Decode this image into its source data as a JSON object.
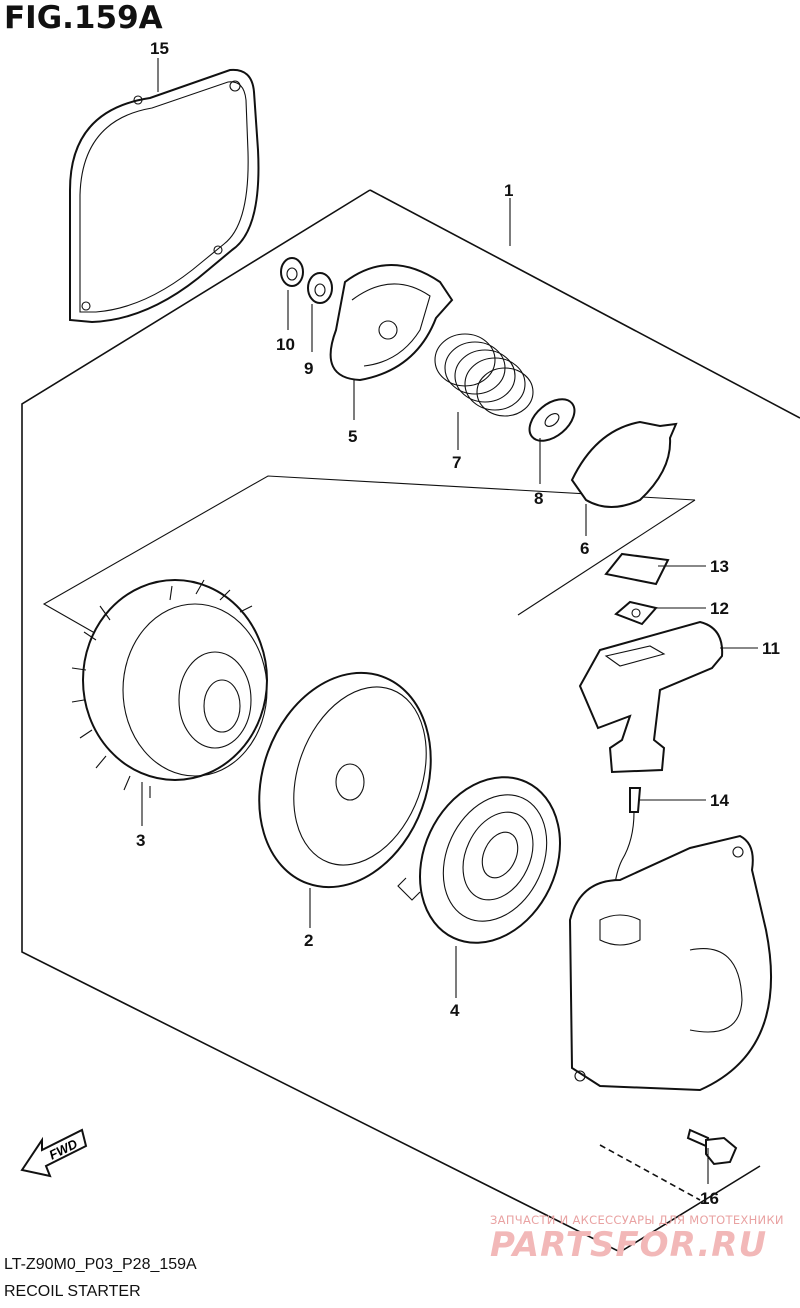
{
  "figure": {
    "title": "FIG.159A",
    "code": "LT-Z90M0_P03_P28_159A",
    "name": "RECOIL STARTER"
  },
  "direction_arrow": {
    "label": "FWD"
  },
  "watermark": {
    "caption": "ЗАПЧАСТИ И АКСЕССУАРЫ ДЛЯ МОТОТЕХНИКИ",
    "logo_text": "PARTSFOR.RU"
  },
  "callouts": [
    {
      "id": "1",
      "label": "1"
    },
    {
      "id": "2",
      "label": "2"
    },
    {
      "id": "3",
      "label": "3"
    },
    {
      "id": "4",
      "label": "4"
    },
    {
      "id": "5",
      "label": "5"
    },
    {
      "id": "6",
      "label": "6"
    },
    {
      "id": "7",
      "label": "7"
    },
    {
      "id": "8",
      "label": "8"
    },
    {
      "id": "9",
      "label": "9"
    },
    {
      "id": "10",
      "label": "10"
    },
    {
      "id": "11",
      "label": "11"
    },
    {
      "id": "12",
      "label": "12"
    },
    {
      "id": "13",
      "label": "13"
    },
    {
      "id": "14",
      "label": "14"
    },
    {
      "id": "15",
      "label": "15"
    },
    {
      "id": "16",
      "label": "16"
    }
  ],
  "colors": {
    "ink": "#111111",
    "watermark": "#e9a2a2",
    "background": "#ffffff"
  }
}
